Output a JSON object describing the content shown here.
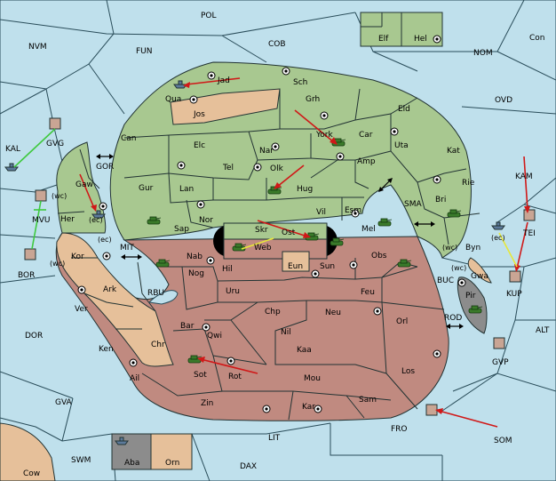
{
  "colors": {
    "sea": "#bfe0ec",
    "green_power": "#a8c890",
    "red_power": "#c08a80",
    "neutral": "#e6c09a",
    "gray": "#8c8c8c"
  },
  "labels": {
    "POL": "POL",
    "COB": "COB",
    "FUN": "FUN",
    "NVM": "NVM",
    "NOM": "NOM",
    "OVD": "OVD",
    "Con": "Con",
    "Elf": "Elf",
    "Hel": "Hel",
    "KAL": "KAL",
    "GVG": "GVG",
    "MVU": "MVU",
    "BOR": "BOR",
    "DOR": "DOR",
    "GVA": "GVA",
    "SWM": "SWM",
    "Cow": "Cow",
    "Aba": "Aba",
    "Orn": "Orn",
    "DAX": "DAX",
    "LIT": "LIT",
    "FRO": "FRO",
    "SOM": "SOM",
    "GVP": "GVP",
    "ALT": "ALT",
    "KUP": "KUP",
    "TEI": "TEI",
    "KAM": "KAM",
    "GOR": "GOR",
    "MIT": "MIT",
    "RBU": "RBU",
    "SMA": "SMA",
    "BUC": "BUC",
    "ROD": "ROD",
    "Jad": "Jad",
    "Sch": "Sch",
    "Qua": "Qua",
    "Jos": "Jos",
    "Grh": "Grh",
    "Eld": "Eld",
    "Can": "Can",
    "Elc": "Elc",
    "Nar": "Nar",
    "York": "York",
    "Car": "Car",
    "Uta": "Uta",
    "Kat": "Kat",
    "Tel": "Tel",
    "Olk": "Olk",
    "Amp": "Amp",
    "Rie": "Rie",
    "Gaw": "Gaw",
    "Gur": "Gur",
    "Lan": "Lan",
    "Hug": "Hug",
    "Bri": "Bri",
    "Her": "Her",
    "Nor": "Nor",
    "Vil": "Vil",
    "Esm": "Esm",
    "Sap": "Sap",
    "Skr": "Skr",
    "Ost": "Ost",
    "Mel": "Mel",
    "Byn": "Byn",
    "Web": "Web",
    "Kor": "Kor",
    "Nab": "Nab",
    "Hil": "Hil",
    "Eun": "Eun",
    "Sun": "Sun",
    "Obs": "Obs",
    "Gwa": "Gwa",
    "Nog": "Nog",
    "Ark": "Ark",
    "Uru": "Uru",
    "Feu": "Feu",
    "Pir": "Pir",
    "Ver": "Ver",
    "Chp": "Chp",
    "Neu": "Neu",
    "Orl": "Orl",
    "Bar": "Bar",
    "Qwi": "Qwi",
    "Nil": "Nil",
    "Ken": "Ken",
    "Chr": "Chr",
    "Kaa": "Kaa",
    "Ail": "Ail",
    "Sot": "Sot",
    "Rot": "Rot",
    "Mou": "Mou",
    "Los": "Los",
    "Zin": "Zin",
    "Kar": "Kar",
    "Sam": "Sam"
  },
  "coast_tags": {
    "ec_gor": "(ec)",
    "wc_mvu": "(wc)",
    "ec_kor": "(ec)",
    "wc_kor": "(wc)",
    "wc_byn": "(wc)",
    "ec_tei": "(ec)",
    "wc_gwa": "(wc)"
  },
  "icons": {
    "army": "tank-icon",
    "fleet": "ship-icon",
    "supply_center": "supply-dot-icon",
    "double_arrow": "double-arrow-icon"
  }
}
